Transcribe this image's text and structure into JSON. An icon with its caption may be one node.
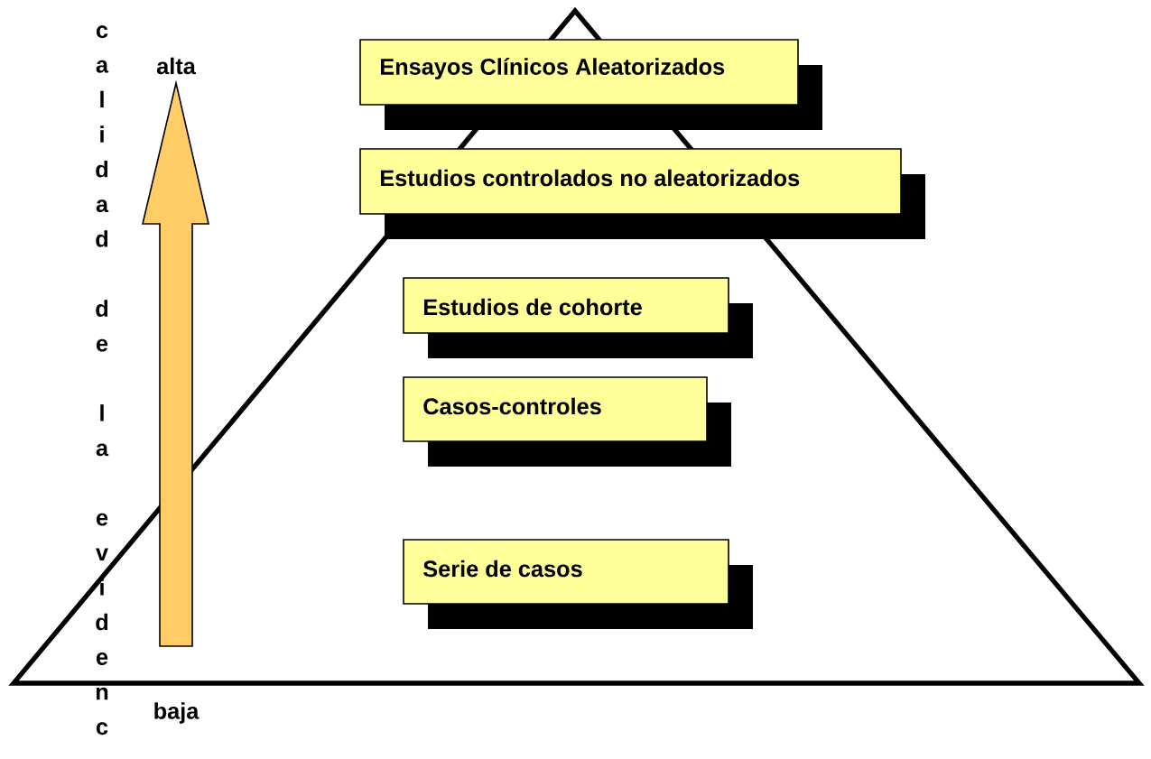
{
  "diagram": {
    "nodes": [
      {
        "text": [
          "Ensayos Clínicos Aleatorizados"
        ]
      },
      {
        "text": [
          "Estudios controlados no aleatorizados"
        ]
      },
      {
        "text": [
          "Estudios de cohorte"
        ]
      },
      {
        "text": [
          "Casos-controles"
        ]
      },
      {
        "text": [
          "Serie de casos"
        ]
      }
    ],
    "labels": [
      "calidad de la evidenc",
      "alta",
      "baja"
    ]
  }
}
